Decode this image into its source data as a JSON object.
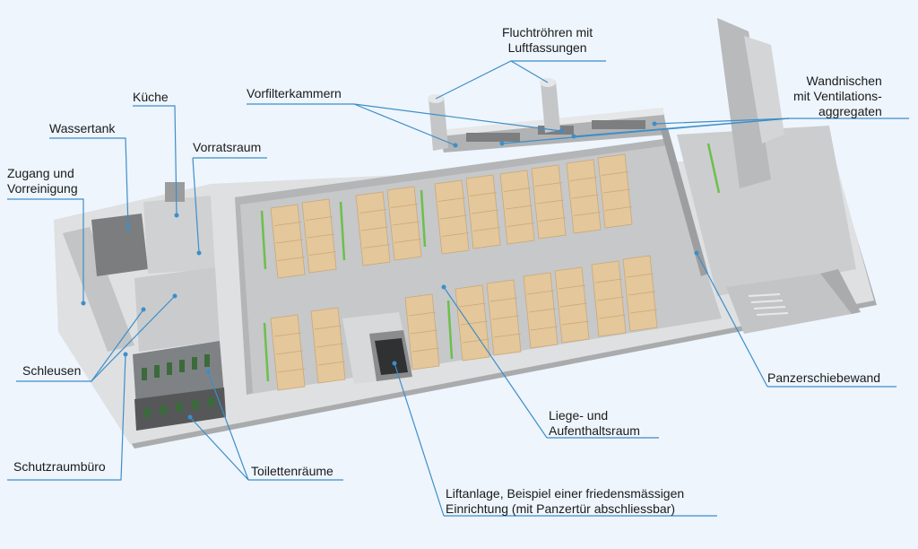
{
  "colors": {
    "background": "#eef5fd",
    "leader_line": "#3d8ec9",
    "floor": "#c9cbcd",
    "wall_top": "#e4e5e6",
    "wall_side": "#a9abad",
    "bunk": "#e4c79a",
    "green_light": "#6cc04a"
  },
  "labels": {
    "fluchtroehren": [
      "Fluchtröhren mit",
      "Luftfassungen"
    ],
    "wandnischen": [
      "Wandnischen",
      "mit Ventilations-",
      "aggregaten"
    ],
    "vorfilterkammern": [
      "Vorfilterkammern"
    ],
    "kueche": [
      "Küche"
    ],
    "wassertank": [
      "Wassertank"
    ],
    "vorratsraum": [
      "Vorratsraum"
    ],
    "zugang": [
      "Zugang und",
      "Vorreinigung"
    ],
    "schleusen": [
      "Schleusen"
    ],
    "panzerschiebewand": [
      "Panzerschiebewand"
    ],
    "liege": [
      "Liege- und",
      "Aufenthaltsraum"
    ],
    "schutzraumbuero": [
      "Schutzraumbüro"
    ],
    "toilettenraeume": [
      "Toilettenräume"
    ],
    "liftanlage": [
      "Liftanlage, Beispiel einer friedensmässigen",
      "Einrichtung (mit Panzertür abschliessbar)"
    ]
  }
}
